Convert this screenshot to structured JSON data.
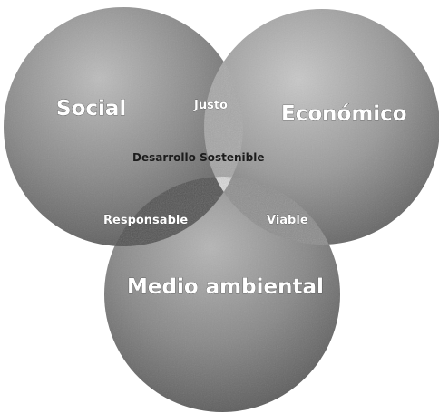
{
  "diagram": {
    "sets": [
      {
        "id": "social",
        "label": "Social"
      },
      {
        "id": "economico",
        "label": "Económico"
      },
      {
        "id": "medio",
        "label": "Medio ambiental"
      }
    ],
    "overlaps": {
      "social_economico": "Justo",
      "social_medio": "Responsable",
      "economico_medio": "Viable",
      "center": "Desarrollo Sostenible"
    }
  }
}
